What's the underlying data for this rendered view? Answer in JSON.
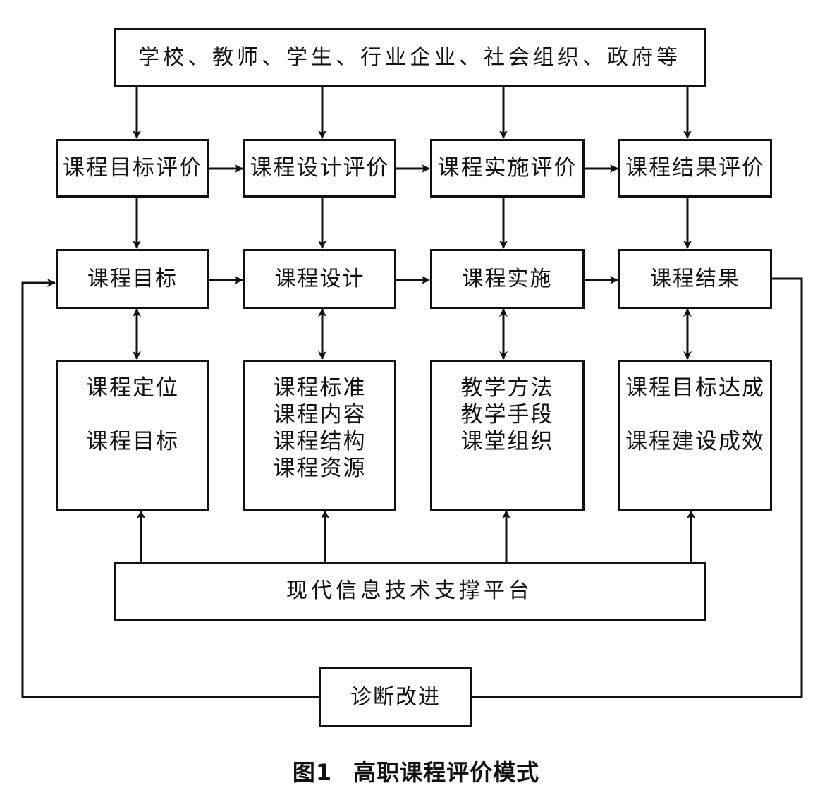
{
  "top_box": "学校、教师、学生、行业企业、社会组织、政府等",
  "evaluations": [
    "课程目标评价",
    "课程设计评价",
    "课程实施评价",
    "课程结果评价"
  ],
  "stages": [
    "课程目标",
    "课程设计",
    "课程实施",
    "课程结果"
  ],
  "details": [
    [
      "课程定位",
      "课程目标"
    ],
    [
      "课程标准",
      "课程内容",
      "课程结构",
      "课程资源"
    ],
    [
      "教学方法",
      "教学手段",
      "课堂组织"
    ],
    [
      "课程目标达成",
      "课程建设成效"
    ]
  ],
  "platform": "现代信息技术支撑平台",
  "improve": "诊断改进",
  "caption": {
    "number": "图1",
    "title": "高职课程评价模式"
  }
}
